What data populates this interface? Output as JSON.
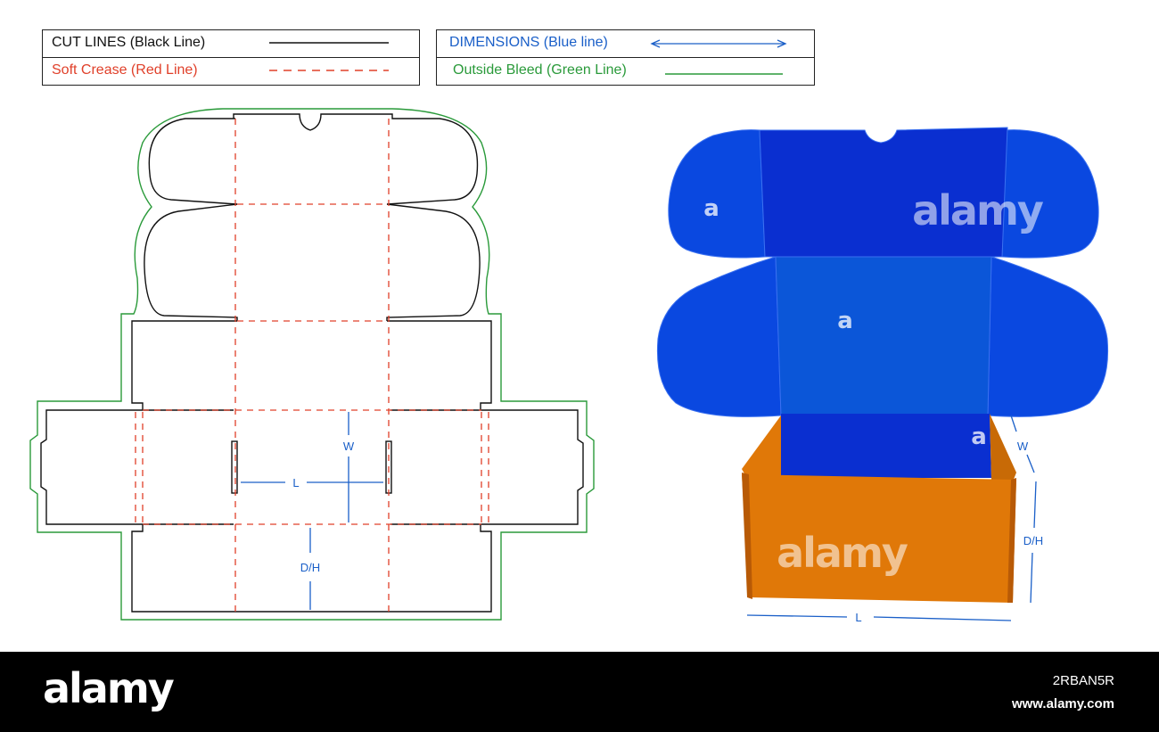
{
  "legend": {
    "cut_lines": "CUT LINES (Black Line)",
    "soft_crease": "Soft Crease (Red Line)",
    "dimensions": "DIMENSIONS (Blue line)",
    "outside_bleed": "Outside Bleed (Green Line)"
  },
  "colors": {
    "cut": "#111111",
    "crease": "#e0402a",
    "dimension": "#1a5fc8",
    "bleed": "#2a9a3a",
    "box_blue_dark": "#0a2fd0",
    "box_blue_mid": "#0b56d8",
    "box_blue_flap": "#0a48e0",
    "box_orange": "#e07808",
    "box_orange_dark": "#b85a06"
  },
  "dieline_labels": {
    "width": "W",
    "length": "L",
    "depth": "D/H"
  },
  "box_3d_labels": {
    "width": "W",
    "depth": "D/H",
    "length": "L",
    "face_mark": "a"
  },
  "watermark": "alamy",
  "footer": {
    "logo": "alamy",
    "image_id": "2RBAN5R",
    "site": "www.alamy.com"
  }
}
